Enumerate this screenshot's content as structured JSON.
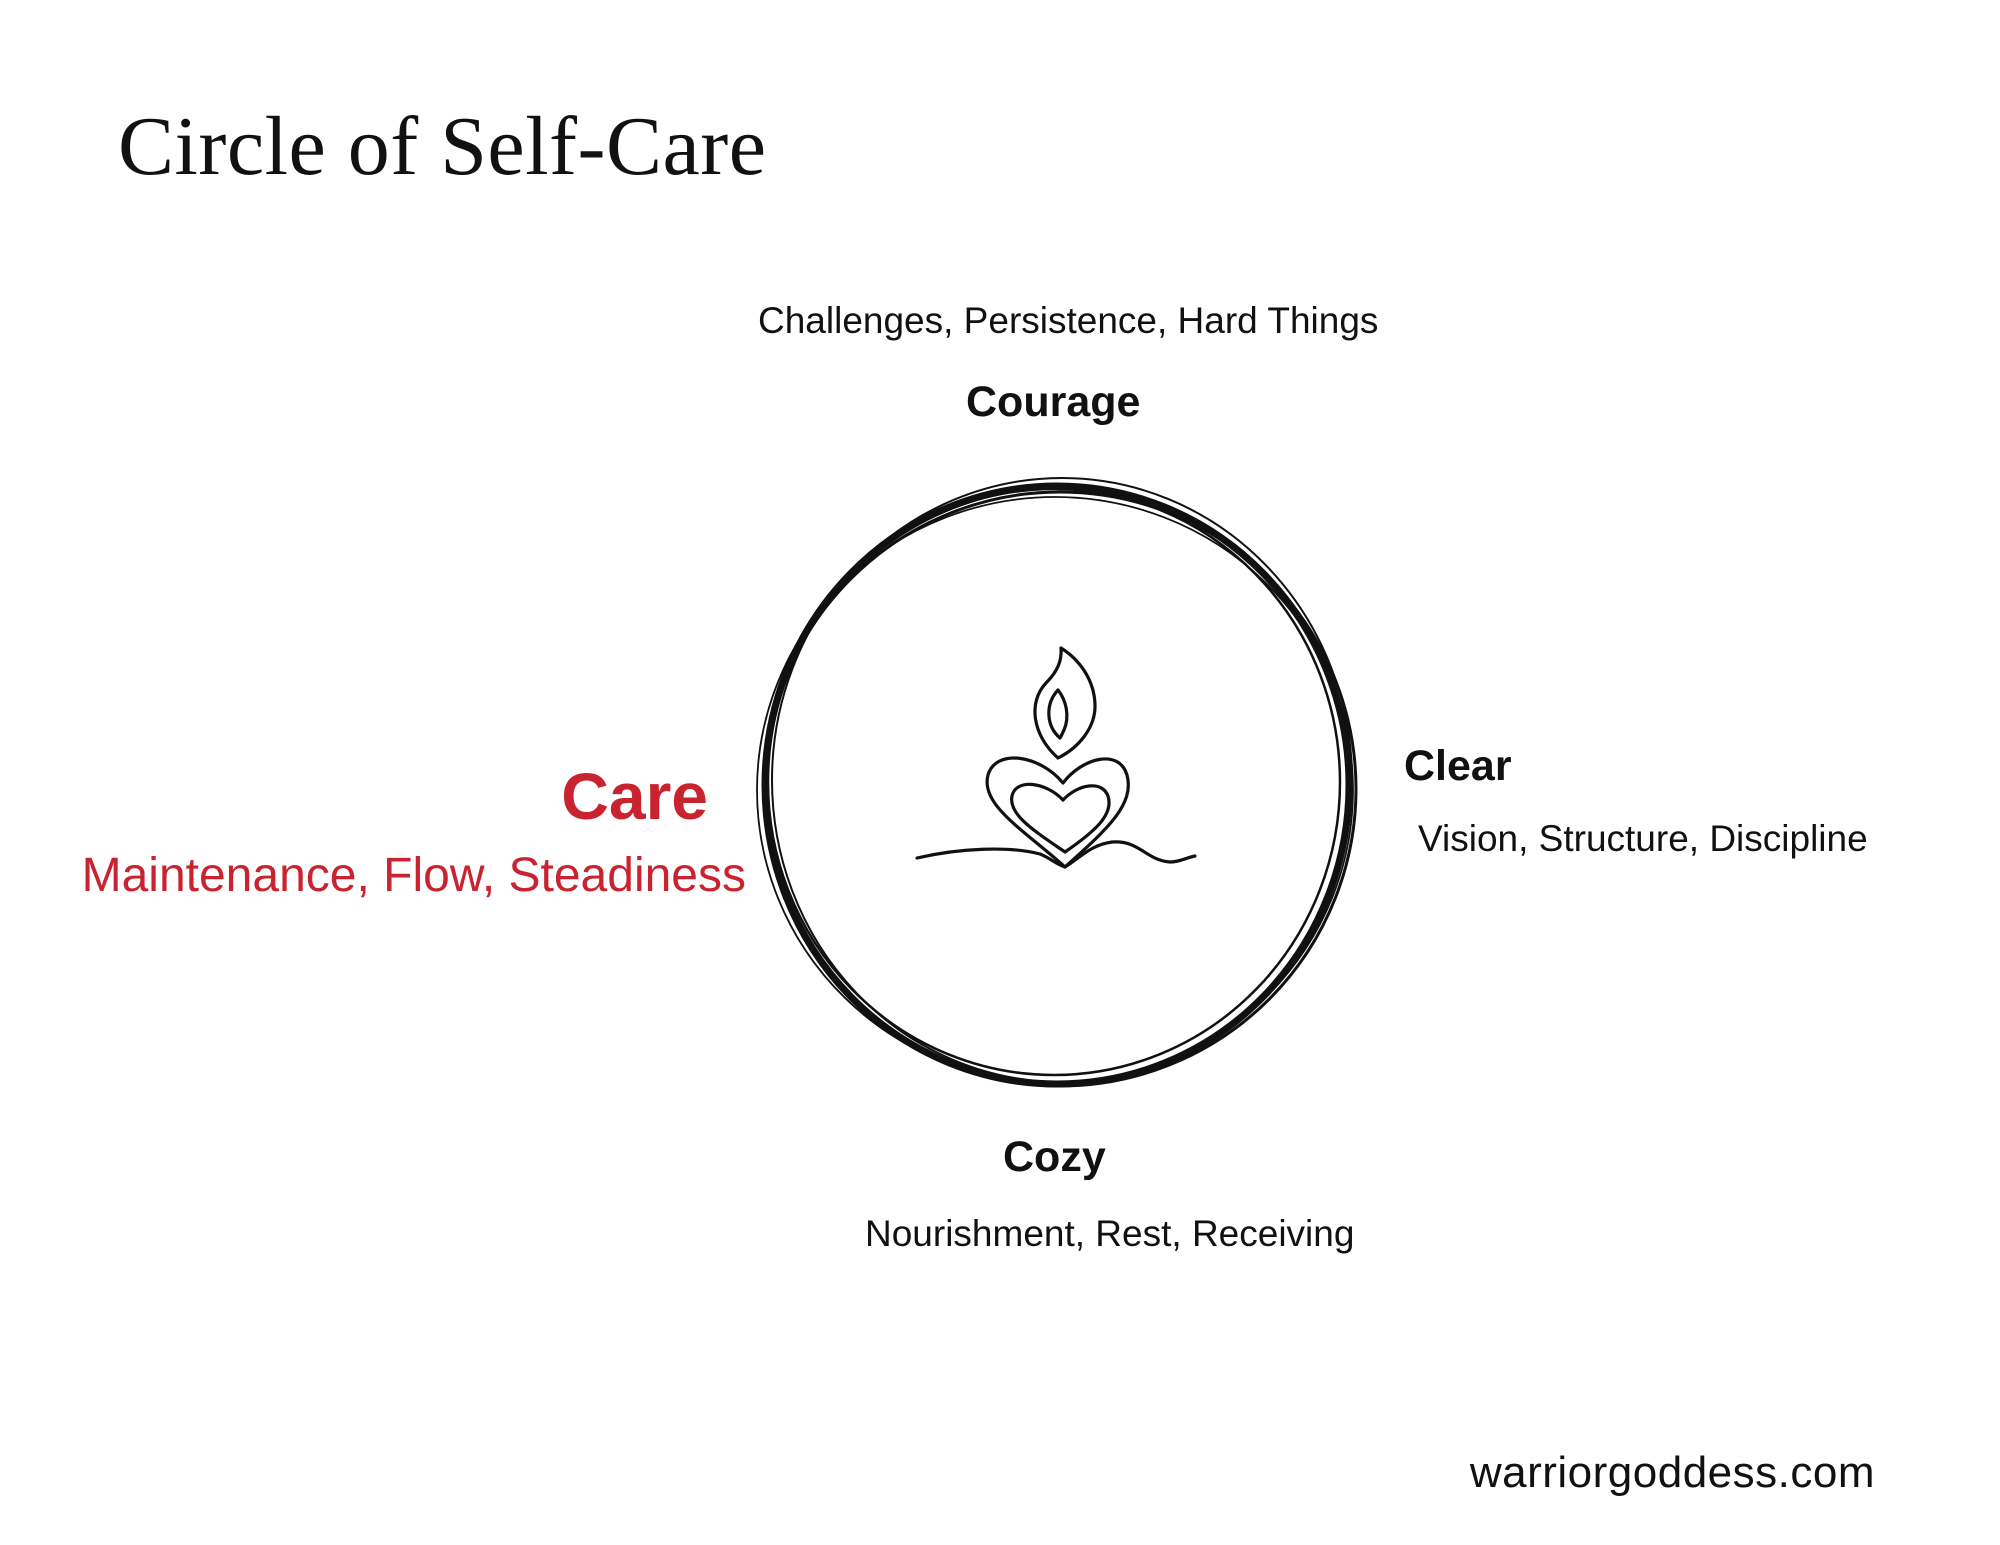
{
  "title": "Circle of Self-Care",
  "colors": {
    "accent": "#c8232f",
    "text": "#111111",
    "background": "#ffffff"
  },
  "quadrants": {
    "top": {
      "heading": "Courage",
      "qualities": "Challenges, Persistence, Hard Things"
    },
    "right": {
      "heading": "Clear",
      "qualities": "Vision,  Structure, Discipline"
    },
    "bottom": {
      "heading": "Cozy",
      "qualities": "Nourishment, Rest, Receiving"
    },
    "left": {
      "heading": "Care",
      "qualities": "Maintenance, Flow, Steadiness"
    }
  },
  "center_icon": "candle-heart-icon",
  "footer": "warriorgoddess.com"
}
